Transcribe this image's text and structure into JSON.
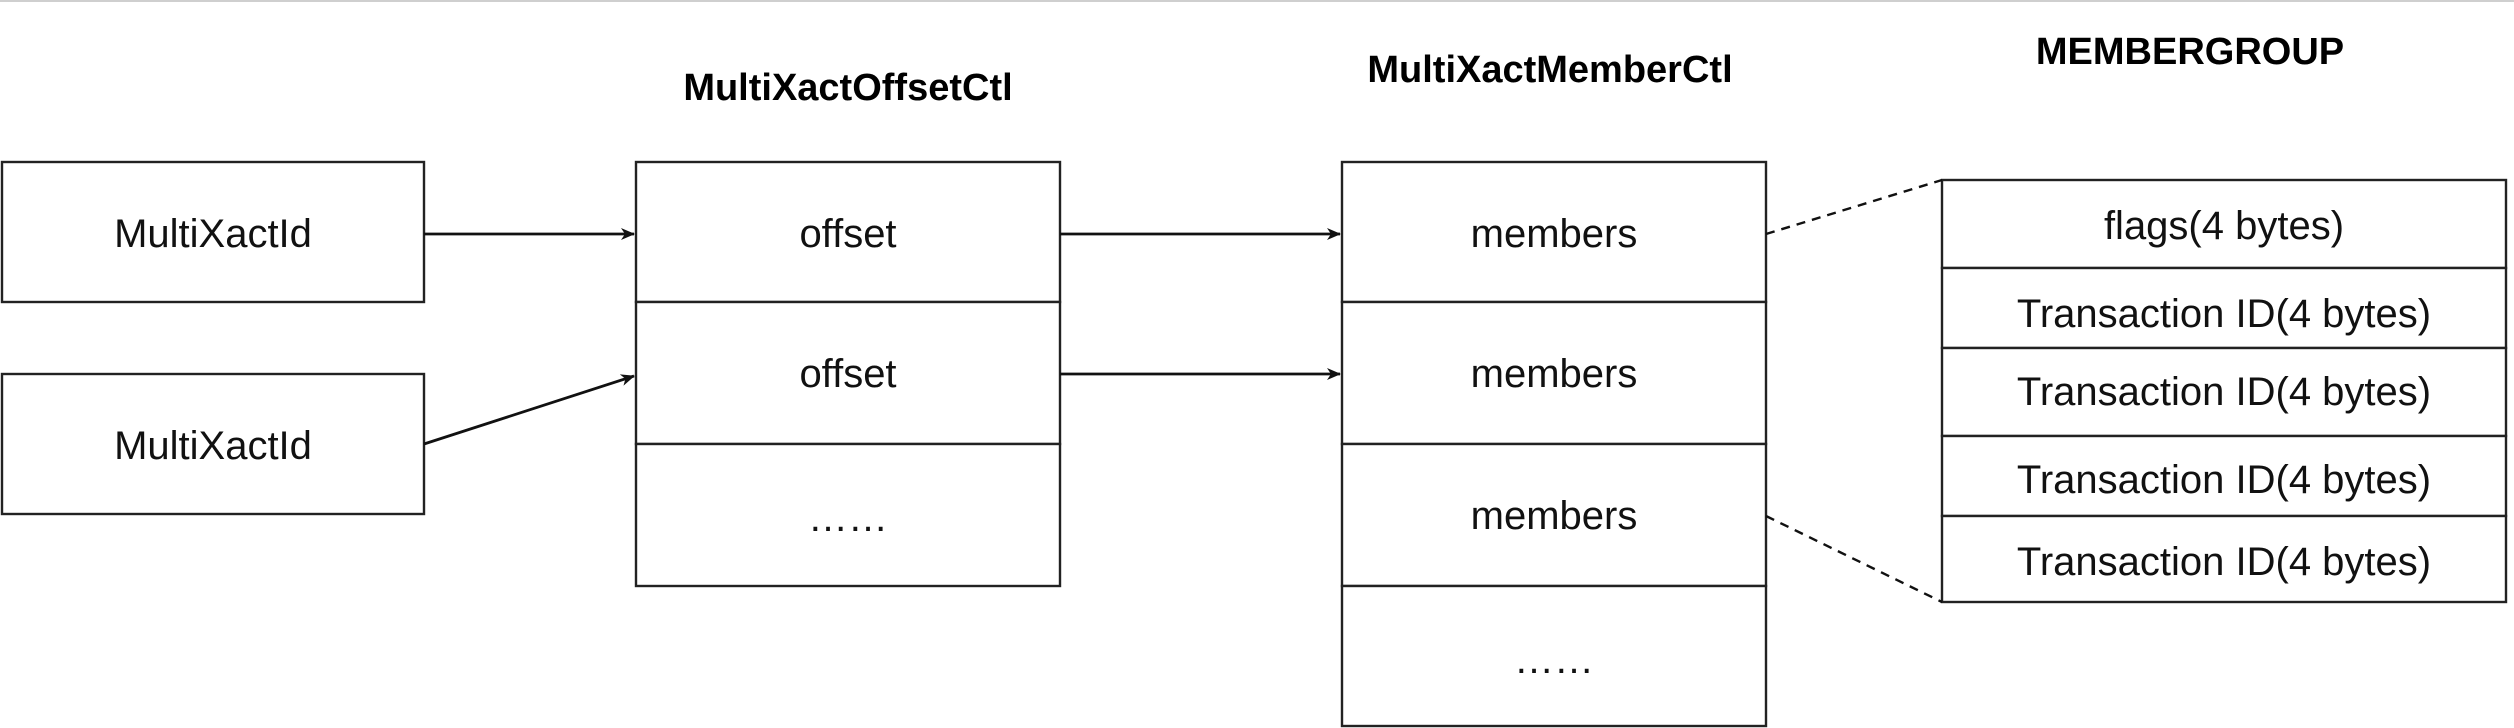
{
  "headings": {
    "offset_ctl": "MultiXactOffsetCtl",
    "member_ctl": "MultiXactMemberCtl",
    "member_group": "MEMBERGROUP"
  },
  "multixact_ids": [
    "MultiXactId",
    "MultiXactId"
  ],
  "offset_cells": [
    "offset",
    "offset",
    "……"
  ],
  "member_cells": [
    "members",
    "members",
    "members",
    "……"
  ],
  "group_cells": [
    "flags(4 bytes)",
    "Transaction ID(4 bytes)",
    "Transaction ID(4 bytes)",
    "Transaction ID(4 bytes)",
    "Transaction ID(4 bytes)"
  ]
}
